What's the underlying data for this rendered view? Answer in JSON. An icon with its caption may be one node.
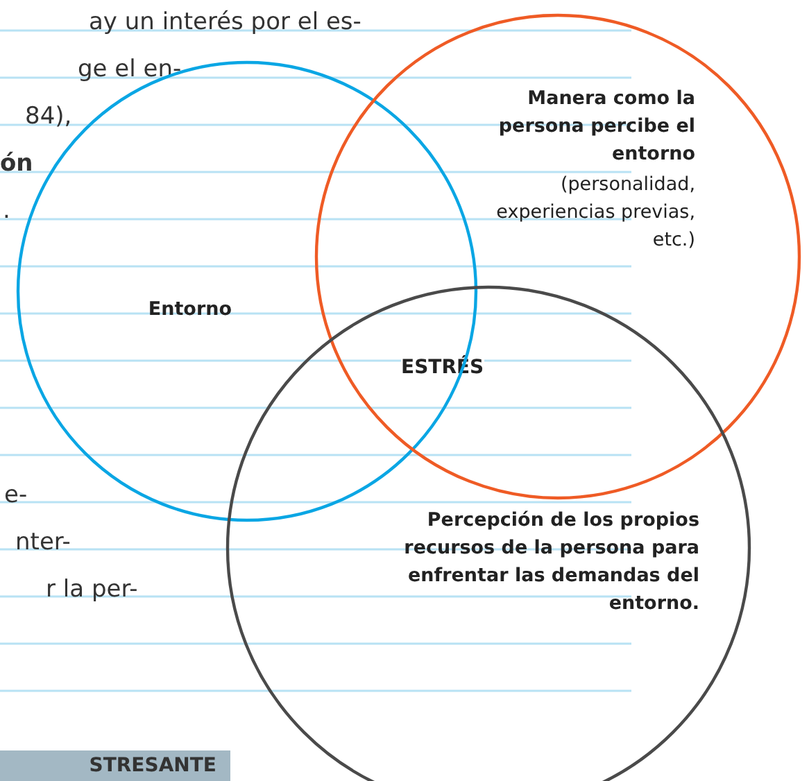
{
  "diagram": {
    "nodes": [
      {
        "text": [
          "Entorno"
        ]
      },
      {
        "text": [
          "Manera como la persona percibe el entorno",
          "(personalidad, experiencias previas, etc.)"
        ]
      },
      {
        "text": [
          "Percepción de los propios recursos de la persona para enfrentar las demandas del entorno."
        ]
      }
    ],
    "edges": [],
    "labels": [
      "ay un interés por el es-",
      "ge el en-",
      "84),",
      "ón",
      ".",
      "ESTRÉS",
      "e-",
      "nter-",
      "r la per-",
      "STRESANTE"
    ]
  }
}
